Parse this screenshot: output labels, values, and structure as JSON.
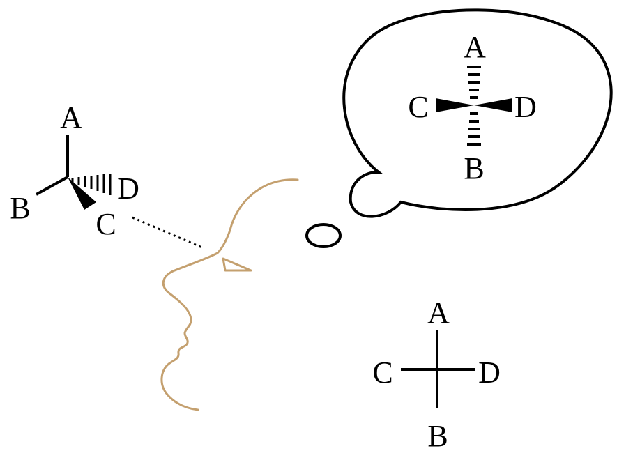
{
  "colors": {
    "ink": "#000000",
    "face": "#c4a06f",
    "background": "#ffffff"
  },
  "labels": {
    "wedge_a": "A",
    "wedge_b": "B",
    "wedge_c": "C",
    "wedge_d": "D",
    "bubble_a": "A",
    "bubble_b": "B",
    "bubble_c": "C",
    "bubble_d": "D",
    "fischer_a": "A",
    "fischer_b": "B",
    "fischer_c": "C",
    "fischer_d": "D"
  }
}
